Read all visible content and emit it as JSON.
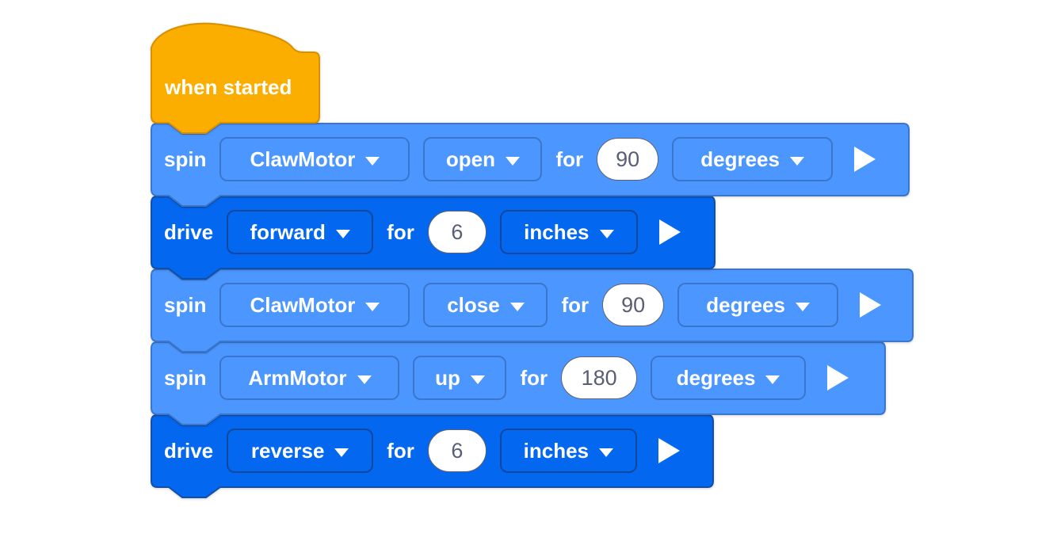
{
  "workspace": {
    "background_color": "#FFFFFF"
  },
  "palette": {
    "motor_block_fill": "#4C97FF",
    "motor_block_border": "#3A76CC",
    "drivetrain_block_fill": "#0467F0",
    "drivetrain_block_border": "#1250A8",
    "hat_block_fill": "#FBAD00",
    "hat_block_border": "#D99000",
    "block_text_color": "#FFFFFF",
    "number_input_fill": "#FFFFFF",
    "number_input_border": "#5C6273",
    "number_input_text": "#575E75"
  },
  "icons": {
    "dropdown_caret": "chevron-down",
    "run_arrow": "play-triangle"
  },
  "blocks": {
    "when_started": {
      "label": "when started"
    },
    "spin_claw_open": {
      "command": "spin",
      "motor": "ClawMotor",
      "direction": "open",
      "for_label": "for",
      "value": "90",
      "unit": "degrees"
    },
    "drive_forward": {
      "command": "drive",
      "direction": "forward",
      "for_label": "for",
      "value": "6",
      "unit": "inches"
    },
    "spin_claw_close": {
      "command": "spin",
      "motor": "ClawMotor",
      "direction": "close",
      "for_label": "for",
      "value": "90",
      "unit": "degrees"
    },
    "spin_arm_up": {
      "command": "spin",
      "motor": "ArmMotor",
      "direction": "up",
      "for_label": "for",
      "value": "180",
      "unit": "degrees"
    },
    "drive_reverse": {
      "command": "drive",
      "direction": "reverse",
      "for_label": "for",
      "value": "6",
      "unit": "inches"
    }
  }
}
